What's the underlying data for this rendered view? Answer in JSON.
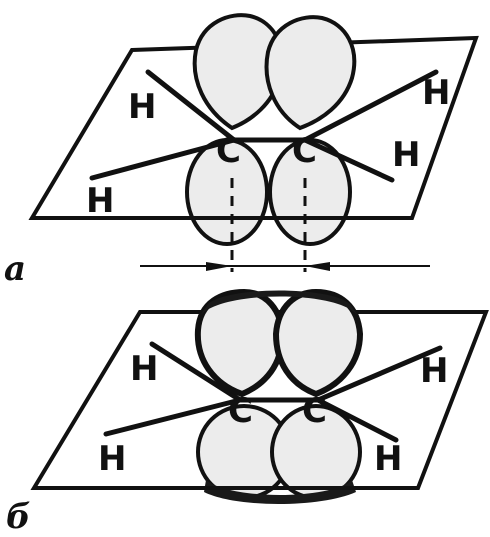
{
  "panels": [
    {
      "label": "а",
      "atoms": {
        "h_top_left": "H",
        "h_top_right": "H",
        "h_bottom_left": "H",
        "h_bottom_right": "H",
        "c_left": "C",
        "c_right": "C"
      }
    },
    {
      "label": "б",
      "atoms": {
        "h_top_left": "H",
        "h_top_right": "H",
        "h_bottom_left": "H",
        "h_bottom_right": "H",
        "c_left": "C",
        "c_right": "C"
      }
    }
  ]
}
